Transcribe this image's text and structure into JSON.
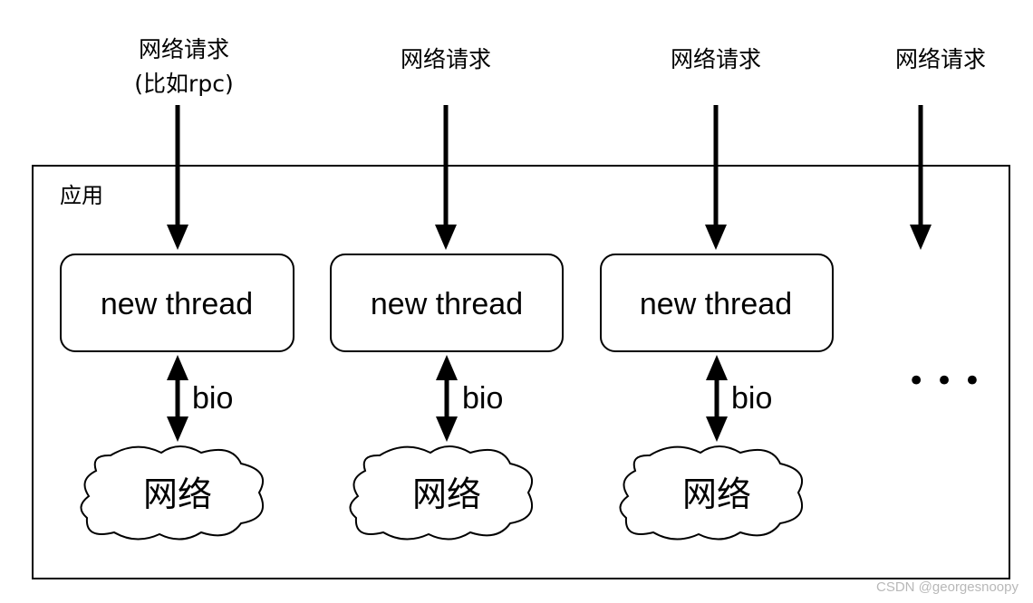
{
  "requests": [
    {
      "line1": "网络请求",
      "line2": "(比如rpc)"
    },
    {
      "line1": "网络请求"
    },
    {
      "line1": "网络请求"
    },
    {
      "line1": "网络请求"
    }
  ],
  "app_label": "应用",
  "threads": [
    {
      "label": "new thread",
      "link_label": "bio",
      "network_label": "网络"
    },
    {
      "label": "new thread",
      "link_label": "bio",
      "network_label": "网络"
    },
    {
      "label": "new thread",
      "link_label": "bio",
      "network_label": "网络"
    }
  ],
  "ellipsis": "• • •",
  "watermark": "CSDN @georgesnoopy"
}
